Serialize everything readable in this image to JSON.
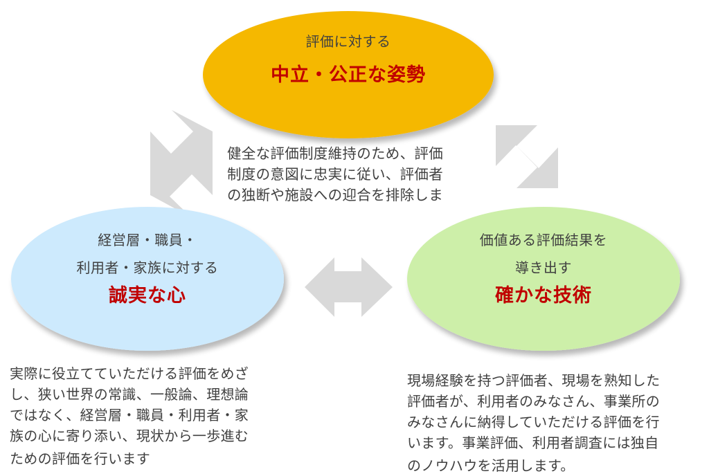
{
  "diagram": {
    "colors": {
      "top_ellipse": "#f5b800",
      "left_ellipse": "#cdeafd",
      "right_ellipse": "#cdefa9",
      "arrow": "#d9d9d9",
      "shadow": "#bfbfbf",
      "emphasis_text": "#c00000",
      "body_text": "#404040"
    },
    "top": {
      "sub_lines": [
        "評価に対する"
      ],
      "main": "中立・公正な姿勢",
      "description_lines": [
        "健全な評価制度維持のため、評価",
        "制度の意図に忠実に従い、評価者",
        "の独断や施設への迎合を排除しま"
      ]
    },
    "left": {
      "sub_lines": [
        "経営層・職員・",
        "利用者・家族に対する"
      ],
      "main": "誠実な心",
      "description_lines": [
        "実際に役立てていただける評価をめざ",
        "し、狭い世界の常識、一般論、理想論",
        "ではなく、経営層・職員・利用者・家",
        "族の心に寄り添い、現状から一歩進む",
        "ための評価を行います"
      ]
    },
    "right": {
      "sub_lines": [
        "価値ある評価結果を",
        "導き出す"
      ],
      "main": "確かな技術",
      "description_lines": [
        "現場経験を持つ評価者、現場を熟知した",
        "評価者が、利用者のみなさん、事業所の",
        "みなさんに納得していただける評価を行",
        "います。事業評価、利用者調査には独自",
        "のノウハウを活用します。"
      ]
    },
    "arrows": [
      {
        "name": "top-left",
        "direction": "bidirectional-diagonal"
      },
      {
        "name": "top-right",
        "direction": "bidirectional-diagonal"
      },
      {
        "name": "left-right",
        "direction": "bidirectional-horizontal"
      }
    ]
  }
}
